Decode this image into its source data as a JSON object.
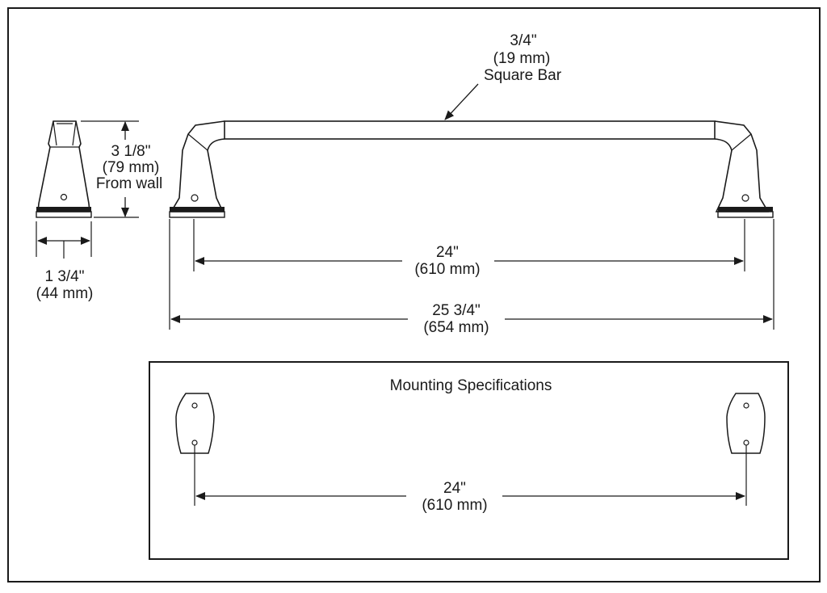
{
  "bar_label": {
    "line1": "3/4\"",
    "line2": "(19 mm)",
    "line3": "Square Bar"
  },
  "height_label": {
    "line1": "3 1/8\"",
    "line2": "(79 mm)",
    "line3": "From wall"
  },
  "depth_label": {
    "line1": "1 3/4\"",
    "line2": "(44 mm)"
  },
  "center_label": {
    "line1": "24\"",
    "line2": "(610 mm)"
  },
  "overall_label": {
    "line1": "25 3/4\"",
    "line2": "(654 mm)"
  },
  "mounting": {
    "title": "Mounting Specifications",
    "line1": "24\"",
    "line2": "(610 mm)"
  },
  "colors": {
    "line": "#1a1a1a",
    "background": "#ffffff"
  }
}
